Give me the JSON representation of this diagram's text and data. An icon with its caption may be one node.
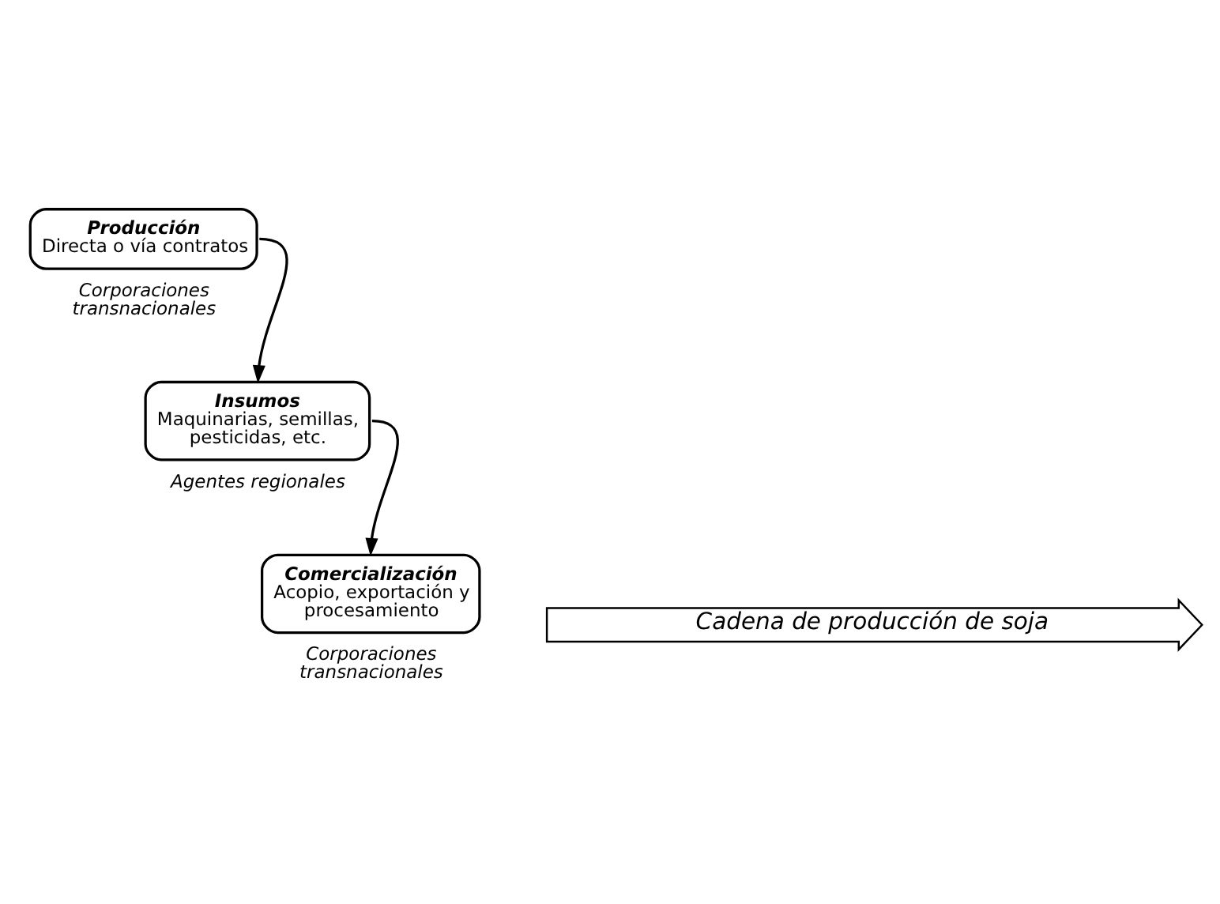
{
  "diagram": {
    "nodes": [
      {
        "text": [
          "Producción",
          "Directa o vía contratos"
        ],
        "beside": [
          "Corporaciones transnacionales"
        ]
      },
      {
        "text": [
          "Insumos",
          "Maquinarias, semillas, pesticidas, etc."
        ],
        "beside": [
          "Agentes regionales"
        ]
      },
      {
        "text": [
          "Comercialización",
          "Acopio, exportación y procesamiento"
        ],
        "beside": [
          "Corporaciones transnacionales"
        ]
      },
      {
        "text": [
          "Cadena de producción de soja"
        ]
      }
    ],
    "edges": [
      {
        "from": 0,
        "to": 1,
        "arrow": "to"
      },
      {
        "from": 1,
        "to": 2,
        "arrow": "to"
      }
    ]
  }
}
